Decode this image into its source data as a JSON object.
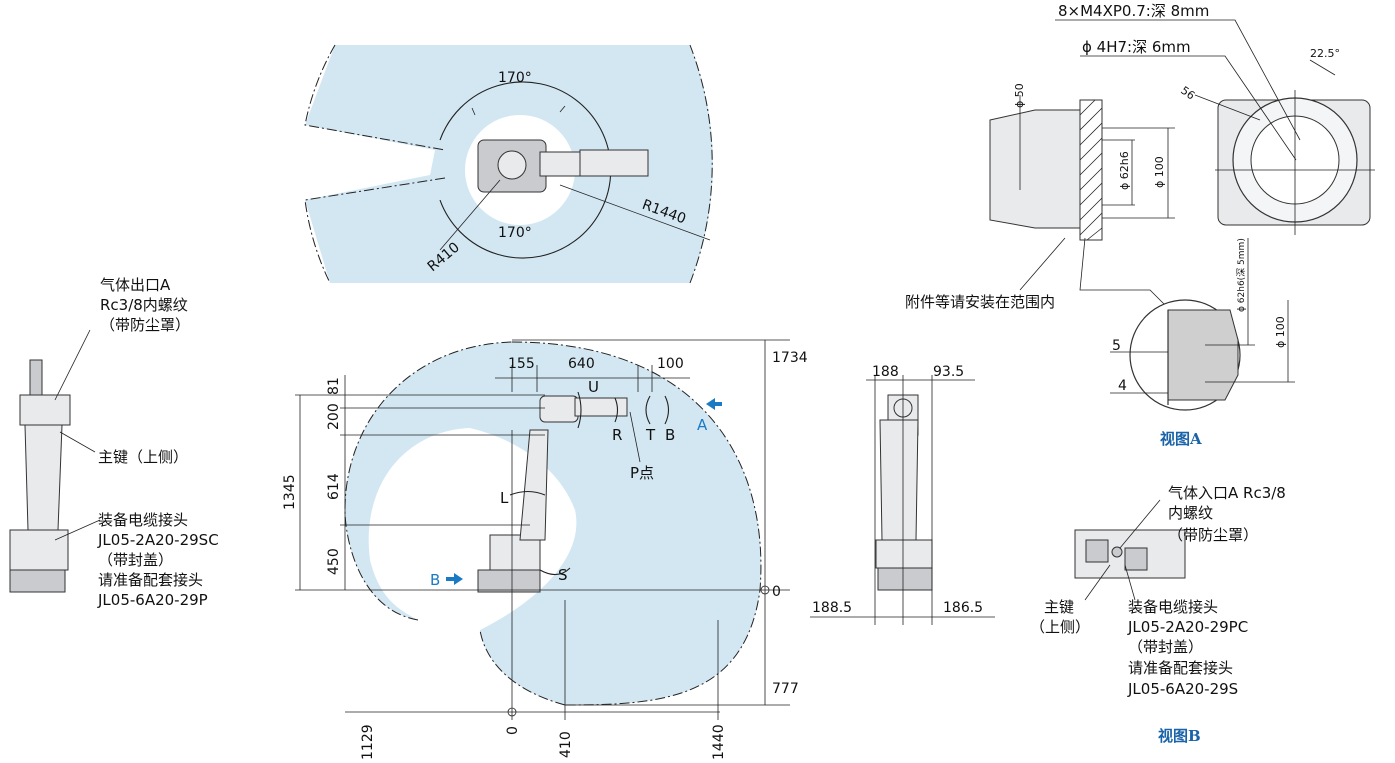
{
  "top_view": {
    "angle_top": "170°",
    "angle_bottom": "170°",
    "radius_inner": "R410",
    "radius_outer": "R1440"
  },
  "side_view": {
    "horiz_dims": [
      "155",
      "640",
      "100"
    ],
    "left_dims": [
      "81",
      "200",
      "614",
      "450"
    ],
    "total_height": "1345",
    "right_top": "1734",
    "right_zero": "0",
    "right_bottom": "777",
    "bottom_dims": [
      "1129",
      "0",
      "410",
      "1440"
    ],
    "axis_labels": {
      "U": "U",
      "R": "R",
      "T": "T",
      "B": "B",
      "L": "L",
      "S": "S",
      "P": "P点"
    },
    "view_a_arrow": "A",
    "view_b_arrow": "B"
  },
  "front_view": {
    "top_dims": [
      "188",
      "93.5"
    ],
    "bottom_dims": [
      "188.5",
      "186.5"
    ]
  },
  "left_notes": {
    "gas_outlet": [
      "气体出口A",
      "Rc3/8内螺纹",
      "（带防尘罩）"
    ],
    "main_key": "主键（上侧）",
    "cable_connector": [
      "装备电缆接头",
      "JL05-2A20-29SC",
      "（带封盖）",
      "请准备配套接头",
      "JL05-6A20-29P"
    ]
  },
  "view_a": {
    "thread_spec": "8×M4XP0.7:深 8mm",
    "pin_spec": "ϕ 4H7:深 6mm",
    "angle": "22.5°",
    "pcd": "56",
    "d50": "ϕ 50",
    "d62": "ϕ 62h6",
    "d100": "ϕ 100",
    "install_note": "附件等请安装在范围内",
    "detail_d62": "ϕ 62h6(深 5mm)",
    "detail_d100": "ϕ 100",
    "detail_5": "5",
    "detail_4": "4",
    "caption": "视图A"
  },
  "view_b": {
    "gas_inlet": [
      "气体入口A Rc3/8",
      "内螺纹",
      "（带防尘罩）"
    ],
    "main_key": [
      "主键",
      "（上侧）"
    ],
    "cable_connector": [
      "装备电缆接头",
      "JL05-2A20-29PC",
      "（带封盖）",
      "请准备配套接头",
      "JL05-6A20-29S"
    ],
    "caption": "视图B"
  },
  "colors": {
    "envelope": "#d3e7f3",
    "accent": "#1a7bc4",
    "caption": "#1a63a8"
  }
}
